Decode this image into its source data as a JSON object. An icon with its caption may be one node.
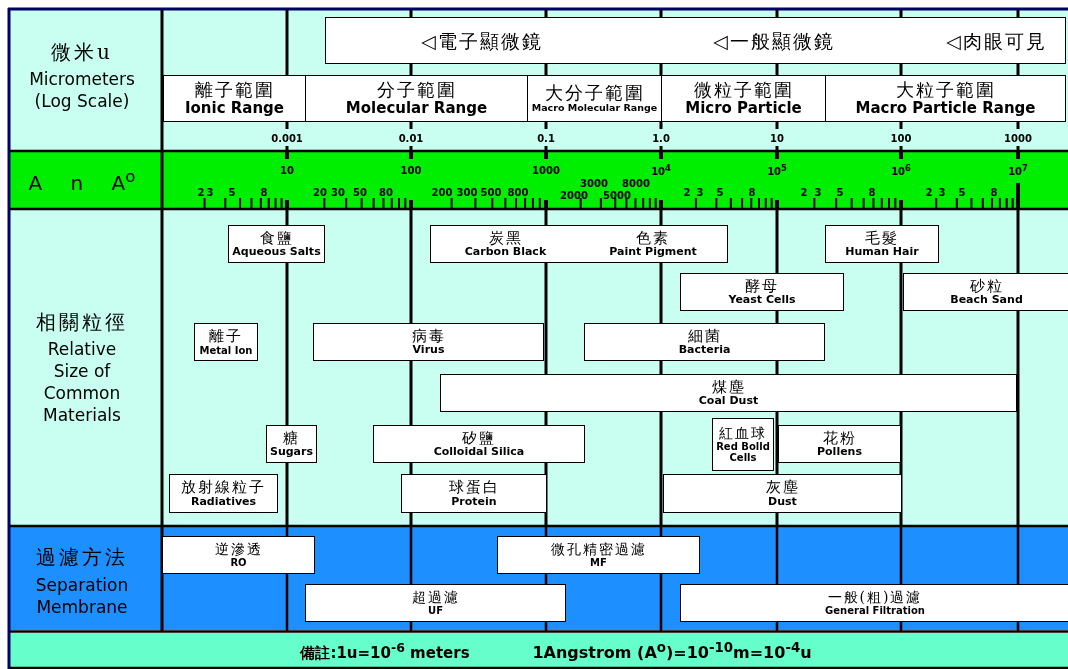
{
  "diagram": {
    "nodes": [
      {
        "text": [
          "◁電子顯微鏡",
          "◁一般顯微鏡",
          "◁肉眼可見"
        ]
      },
      {
        "text": [
          "離子範圍",
          "Ionic Range"
        ]
      },
      {
        "text": [
          "分子範圍",
          "Molecular Range"
        ]
      },
      {
        "text": [
          "大分子範圍",
          "Macro Molecular Range"
        ]
      },
      {
        "text": [
          "微粒子範圍",
          "Micro Particle"
        ]
      },
      {
        "text": [
          "大粒子範圍",
          "Macro Particle Range"
        ]
      },
      {
        "text": [
          "食鹽",
          "Aqueous Salts"
        ]
      },
      {
        "text": [
          "炭黑",
          "Carbon Black"
        ]
      },
      {
        "text": [
          "色素",
          "Paint Pigment"
        ]
      },
      {
        "text": [
          "毛髮",
          "Human Hair"
        ]
      },
      {
        "text": [
          "酵母",
          "Yeast Cells"
        ]
      },
      {
        "text": [
          "砂粒",
          "Beach Sand"
        ]
      },
      {
        "text": [
          "離子",
          "Metal Ion"
        ]
      },
      {
        "text": [
          "病毒",
          "Virus"
        ]
      },
      {
        "text": [
          "細菌",
          "Bacteria"
        ]
      },
      {
        "text": [
          "煤塵",
          "Coal Dust"
        ]
      },
      {
        "text": [
          "糖",
          "Sugars"
        ]
      },
      {
        "text": [
          "矽鹽",
          "Colloidal Silica"
        ]
      },
      {
        "text": [
          "紅血球",
          "Red Bolld Cells"
        ]
      },
      {
        "text": [
          "花粉",
          "Pollens"
        ]
      },
      {
        "text": [
          "放射線粒子",
          "Radiatives"
        ]
      },
      {
        "text": [
          "球蛋白",
          "Protein"
        ]
      },
      {
        "text": [
          "灰塵",
          "Dust"
        ]
      },
      {
        "text": [
          "逆滲透",
          "RO"
        ]
      },
      {
        "text": [
          "微孔精密過濾",
          "MF"
        ]
      },
      {
        "text": [
          "超過濾",
          "UF"
        ]
      },
      {
        "text": [
          "一般(粗)過濾",
          "General Filtration"
        ]
      }
    ],
    "labels": [
      "微米u",
      "Micrometers (Log Scale)",
      "0.001",
      "0.01",
      "0.1",
      "1.0",
      "10",
      "100",
      "1000",
      "A n A$^{o}$",
      "10",
      "100",
      "1000",
      "10$^{4}$",
      "10$^{5}$",
      "10$^{6}$",
      "10$^{7}$",
      "2",
      "3",
      "5",
      "8",
      "20",
      "30",
      "50",
      "80",
      "200",
      "300",
      "500",
      "800",
      "3000",
      "8000",
      "2000",
      "5000",
      "2",
      "3",
      "5",
      "8",
      "2",
      "3",
      "5",
      "8",
      "2",
      "3",
      "5",
      "8",
      "相關粒徑",
      "Relative Size of Common Materials",
      "過濾方法",
      "Separation Membrane",
      "備註:1u=10$^{-6}$ meters",
      "1Angstrom (A$^{o}$)=10$^{-10}$m=10$^{-4}$u"
    ]
  }
}
